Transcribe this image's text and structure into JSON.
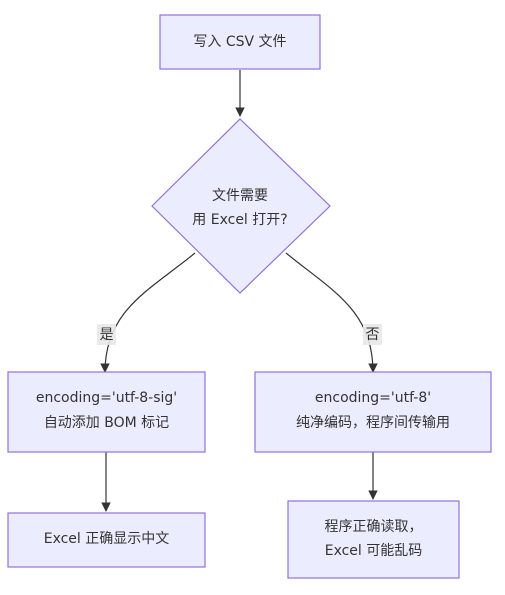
{
  "nodes": {
    "write_csv": "写入 CSV 文件",
    "decision_line1": "文件需要",
    "decision_line2": "用 Excel 打开?",
    "yes_line1": "encoding='utf-8-sig'",
    "yes_line2": "自动添加 BOM 标记",
    "no_line1": "encoding='utf-8'",
    "no_line2": "纯净编码，程序间传输用",
    "excel_ok": "Excel 正确显示中文",
    "program_line1": "程序正确读取，",
    "program_line2": "Excel 可能乱码"
  },
  "edges": {
    "yes_label": "是",
    "no_label": "否"
  },
  "colors": {
    "node_fill": "#ececff",
    "node_stroke": "#9370db",
    "edge_stroke": "#333333",
    "text": "#333333"
  }
}
